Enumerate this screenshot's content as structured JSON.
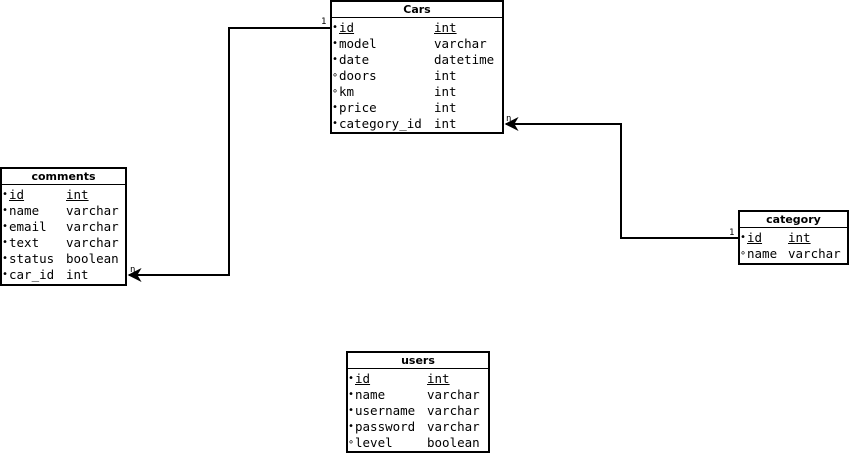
{
  "entities": {
    "cars": {
      "title": "Cars",
      "fields": [
        {
          "marker": "•",
          "name": "id",
          "type": "int"
        },
        {
          "marker": "•",
          "name": "model",
          "type": "varchar"
        },
        {
          "marker": "•",
          "name": "date",
          "type": "datetime"
        },
        {
          "marker": "∘",
          "name": "doors",
          "type": "int"
        },
        {
          "marker": "∘",
          "name": "km",
          "type": "int"
        },
        {
          "marker": "•",
          "name": "price",
          "type": "int"
        },
        {
          "marker": "•",
          "name": "category_id",
          "type": "int"
        }
      ]
    },
    "comments": {
      "title": "comments",
      "fields": [
        {
          "marker": "•",
          "name": "id",
          "type": "int"
        },
        {
          "marker": "•",
          "name": "name",
          "type": "varchar"
        },
        {
          "marker": "•",
          "name": "email",
          "type": "varchar"
        },
        {
          "marker": "•",
          "name": "text",
          "type": "varchar"
        },
        {
          "marker": "•",
          "name": "status",
          "type": "boolean"
        },
        {
          "marker": "•",
          "name": "car_id",
          "type": "int"
        }
      ]
    },
    "category": {
      "title": "category",
      "fields": [
        {
          "marker": "•",
          "name": "id",
          "type": "int"
        },
        {
          "marker": "∘",
          "name": "name",
          "type": "varchar"
        }
      ]
    },
    "users": {
      "title": "users",
      "fields": [
        {
          "marker": "•",
          "name": "id",
          "type": "int"
        },
        {
          "marker": "•",
          "name": "name",
          "type": "varchar"
        },
        {
          "marker": "•",
          "name": "username",
          "type": "varchar"
        },
        {
          "marker": "•",
          "name": "password",
          "type": "varchar"
        },
        {
          "marker": "∘",
          "name": "level",
          "type": "boolean"
        }
      ]
    }
  },
  "relations": {
    "cars_comments": {
      "from_card": "1",
      "to_card": "n"
    },
    "category_cars": {
      "from_card": "1",
      "to_card": "n"
    }
  }
}
